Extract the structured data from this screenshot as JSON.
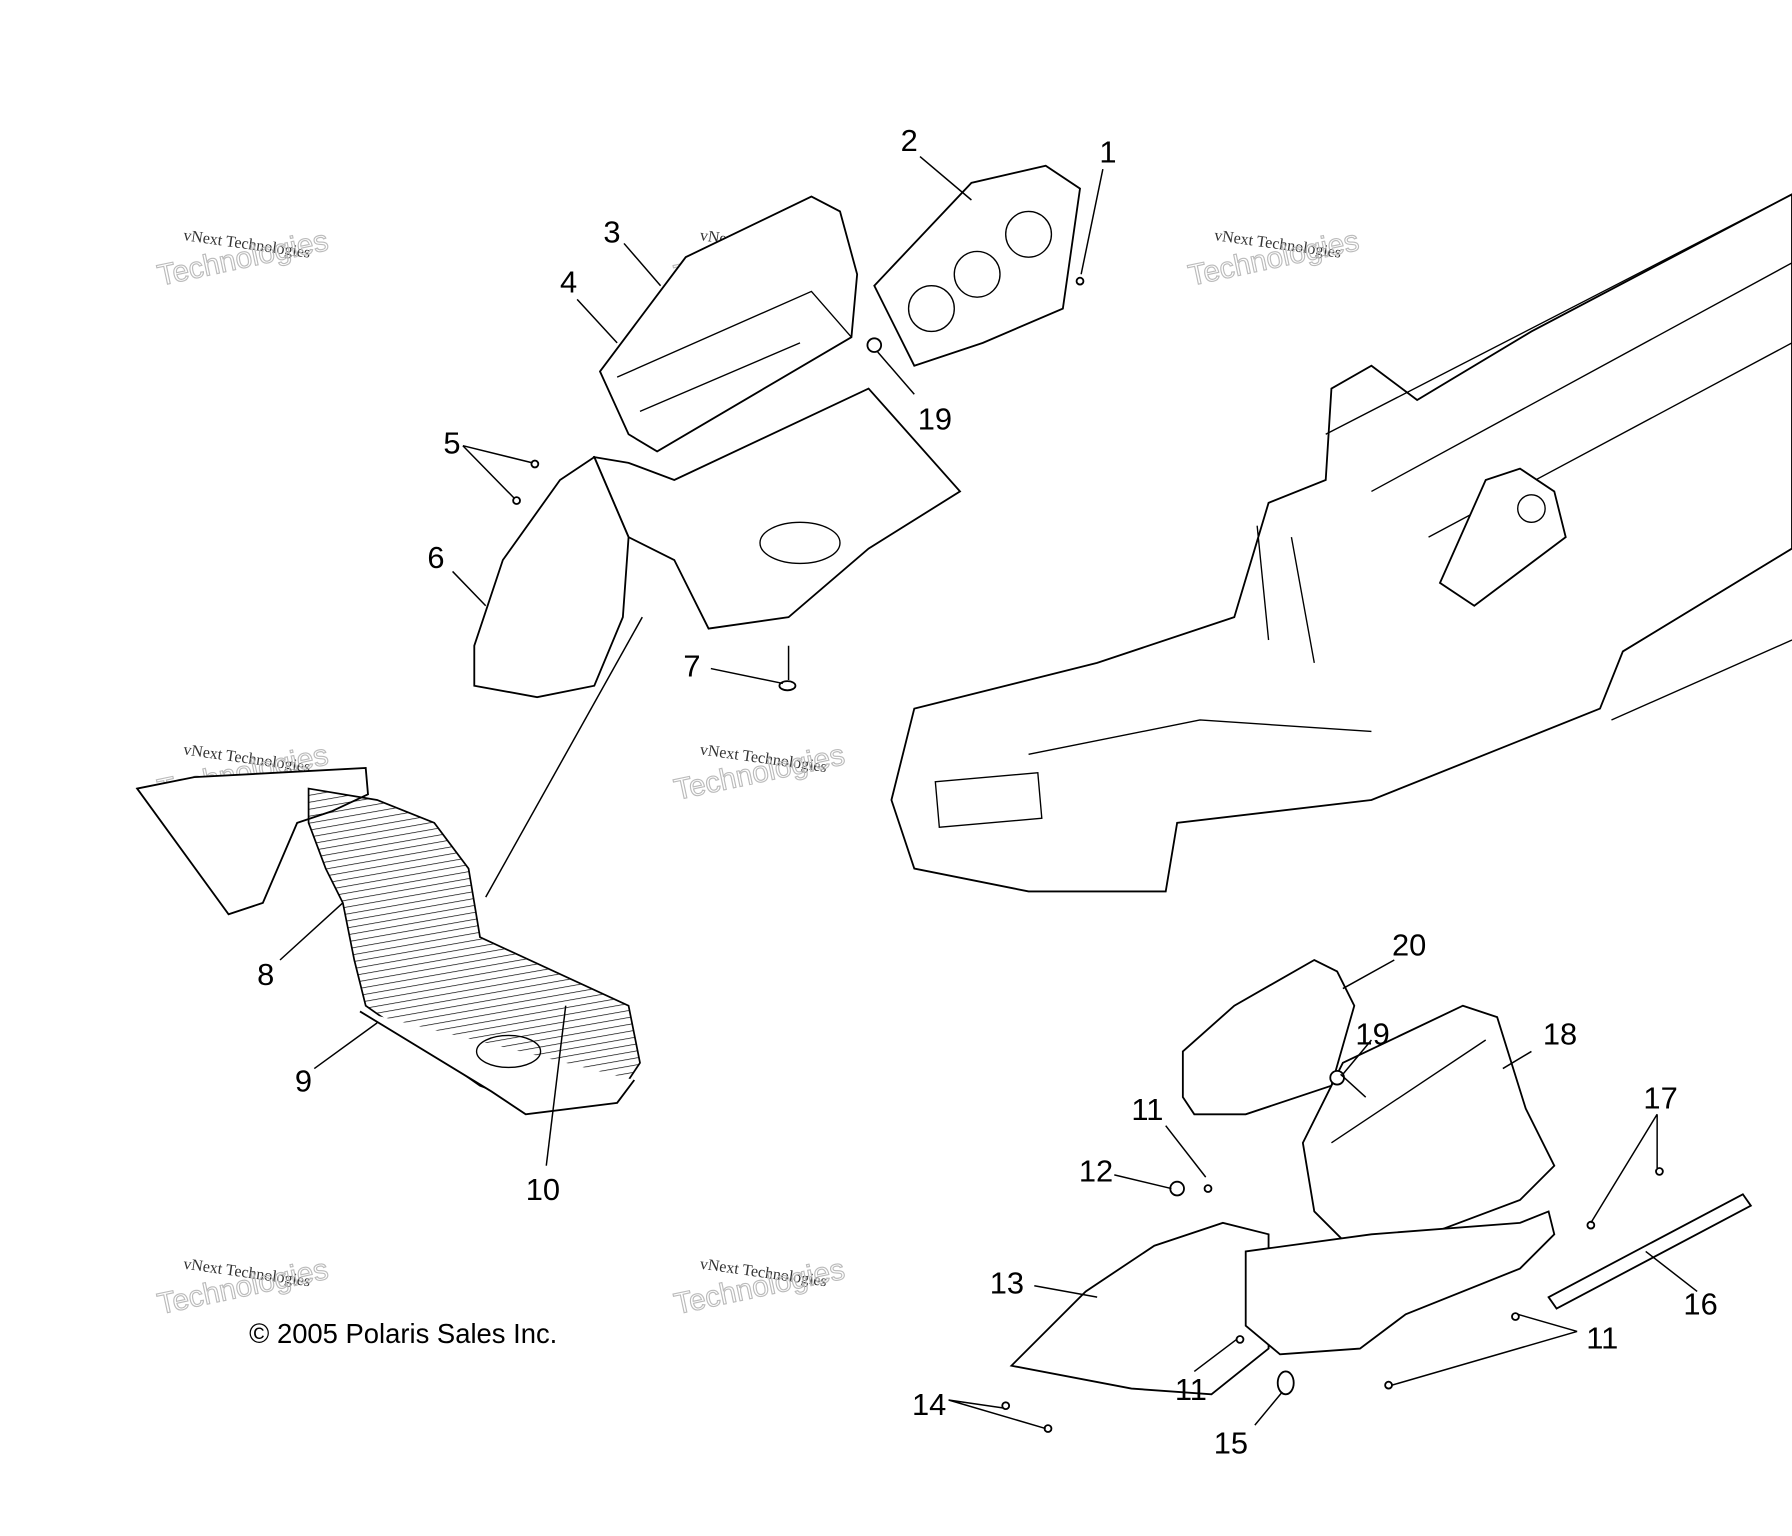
{
  "diagram": {
    "copyright": "© 2005 Polaris Sales Inc.",
    "watermark": {
      "line1": "vNext Technologies",
      "line2": "vNext",
      "line3": "Technologies"
    },
    "callouts": [
      "1",
      "2",
      "3",
      "4",
      "5",
      "6",
      "7",
      "8",
      "9",
      "10",
      "11",
      "12",
      "13",
      "14",
      "15",
      "16",
      "17",
      "18",
      "19",
      "20"
    ],
    "callout_labels": {
      "c1": "1",
      "c2": "2",
      "c3": "3",
      "c4": "4",
      "c5": "5",
      "c6": "6",
      "c7": "7",
      "c8": "8",
      "c9": "9",
      "c10": "10",
      "c11a": "11",
      "c11b": "11",
      "c11c": "11",
      "c12": "12",
      "c13": "13",
      "c14": "14",
      "c15": "15",
      "c16": "16",
      "c17": "17",
      "c18": "18",
      "c19a": "19",
      "c19b": "19",
      "c20": "20"
    }
  }
}
